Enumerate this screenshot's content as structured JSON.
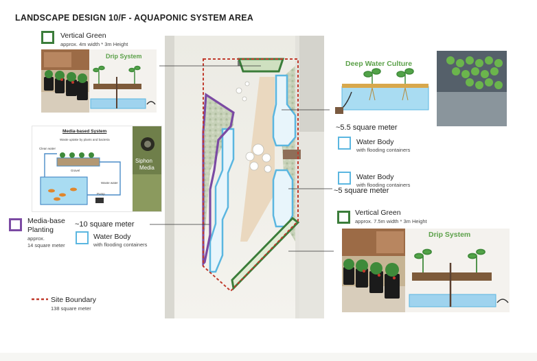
{
  "title": "LANDSCAPE DESIGN 10/F - AQUAPONIC SYSTEM AREA",
  "legend": {
    "vertical_green_top": {
      "label": "Vertical Green",
      "sub": "approx. 4m width * 3m Height"
    },
    "vertical_green_bottom": {
      "label": "Vertical Green",
      "sub": "approx. 7.5m width * 3m Height"
    },
    "water_body_1": {
      "label": "Water Body",
      "sub": "with flooding containers"
    },
    "water_body_2": {
      "label": "Water Body",
      "sub": "with flooding containers"
    },
    "water_body_3": {
      "label": "Water Body",
      "sub": "with flooding containers"
    },
    "media_base": {
      "label1": "Media-base",
      "label2": "Planting",
      "sub1": "approx.",
      "sub2": "14 square meter"
    },
    "site_boundary": {
      "label": "Site Boundary",
      "sub": "138 square meter"
    }
  },
  "areas": {
    "a1": "~5.5 square meter",
    "a2": "~5 square meter",
    "a3": "~10 square meter"
  },
  "images": {
    "drip_top": "Drip System",
    "drip_bottom": "Drip System",
    "dwc": "Deep Water Culture",
    "media_system_title": "Media-based System",
    "media_note": "Waste uptake by plants and bacteria",
    "clean_water": "Clean water",
    "gravel": "Gravel",
    "waste_water": "Waste water",
    "pump": "Pump",
    "siphon": "Siphon",
    "media": "Media"
  },
  "colors": {
    "green": "#3b7d3a",
    "blue": "#5ab6e0",
    "purple": "#7b4aa3",
    "boundary": "#c0392b"
  }
}
